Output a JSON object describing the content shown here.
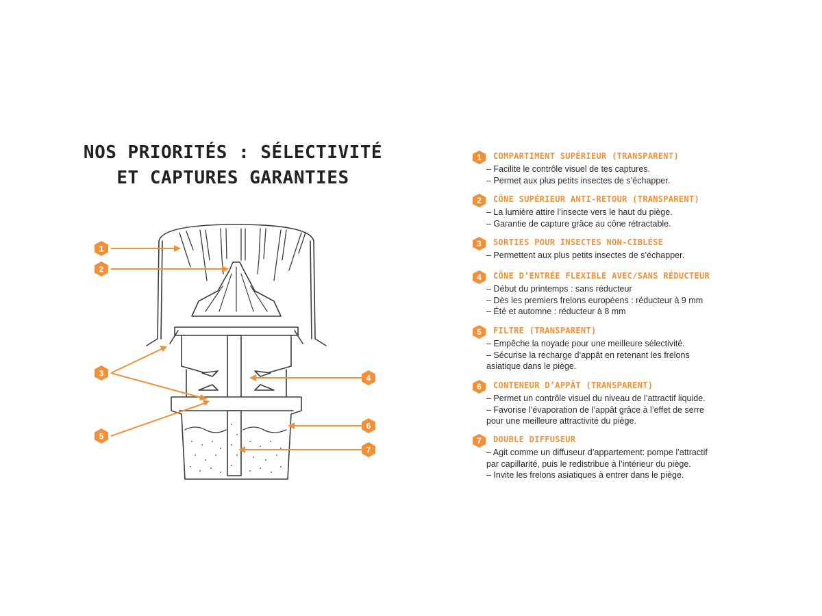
{
  "title": {
    "line1": "NOS PRIORITÉS : SÉLECTIVITÉ",
    "line2": "ET CAPTURES GARANTIES"
  },
  "colors": {
    "accent": "#f0913a",
    "ink": "#3a3a3a"
  },
  "callouts": [
    "1",
    "2",
    "3",
    "4",
    "5",
    "6",
    "7"
  ],
  "features": [
    {
      "number": "1",
      "heading": "COMPARTIMENT SUPÉRIEUR (TRANSPARENT)",
      "lines": [
        "– Facilite le contrôle visuel de tes captures.",
        "– Permet aux plus petits insectes de s’échapper."
      ]
    },
    {
      "number": "2",
      "heading": "CÔNE SUPÉRIEUR ANTI-RETOUR (TRANSPARENT)",
      "lines": [
        "– La lumière attire l’insecte vers le haut du piège.",
        "– Garantie de capture grâce au cône rétractable."
      ]
    },
    {
      "number": "3",
      "heading": "SORTIES POUR INSECTES NON-CIBLÉSE",
      "lines": [
        "– Permettent aux plus petits insectes de s’échapper."
      ]
    },
    {
      "number": "4",
      "heading": "CÔNE D’ENTRÉE FLEXIBLE AVEC/SANS RÉDUCTEUR",
      "lines": [
        "– Début du printemps : sans réducteur",
        "– Dès les premiers frelons européens : réducteur à 9 mm",
        "– Été et automne : réducteur à 8 mm"
      ]
    },
    {
      "number": "5",
      "heading": "FILTRE (TRANSPARENT)",
      "lines": [
        "– Empêche la noyade pour une meilleure sélectivité.",
        "– Sécurise la recharge d’appât en retenant les frelons",
        "asiatique dans le piège."
      ]
    },
    {
      "number": "6",
      "heading": "CONTENEUR D’APPÂT (TRANSPARENT)",
      "lines": [
        "– Permet un contrôle visuel du niveau de l’attractif liquide.",
        "– Favorise l’évaporation de l’appât grâce à l’effet de serre",
        "pour une meilleure attractivité du piège."
      ]
    },
    {
      "number": "7",
      "heading": "DOUBLE DIFFUSEUR",
      "lines": [
        "– Agit comme un diffuseur d’appartement: pompe l’attractif",
        "par capillarité, puis le redistribue à l’intérieur du piège.",
        "– Invite les frelons asiatiques à entrer dans le piège."
      ]
    }
  ]
}
